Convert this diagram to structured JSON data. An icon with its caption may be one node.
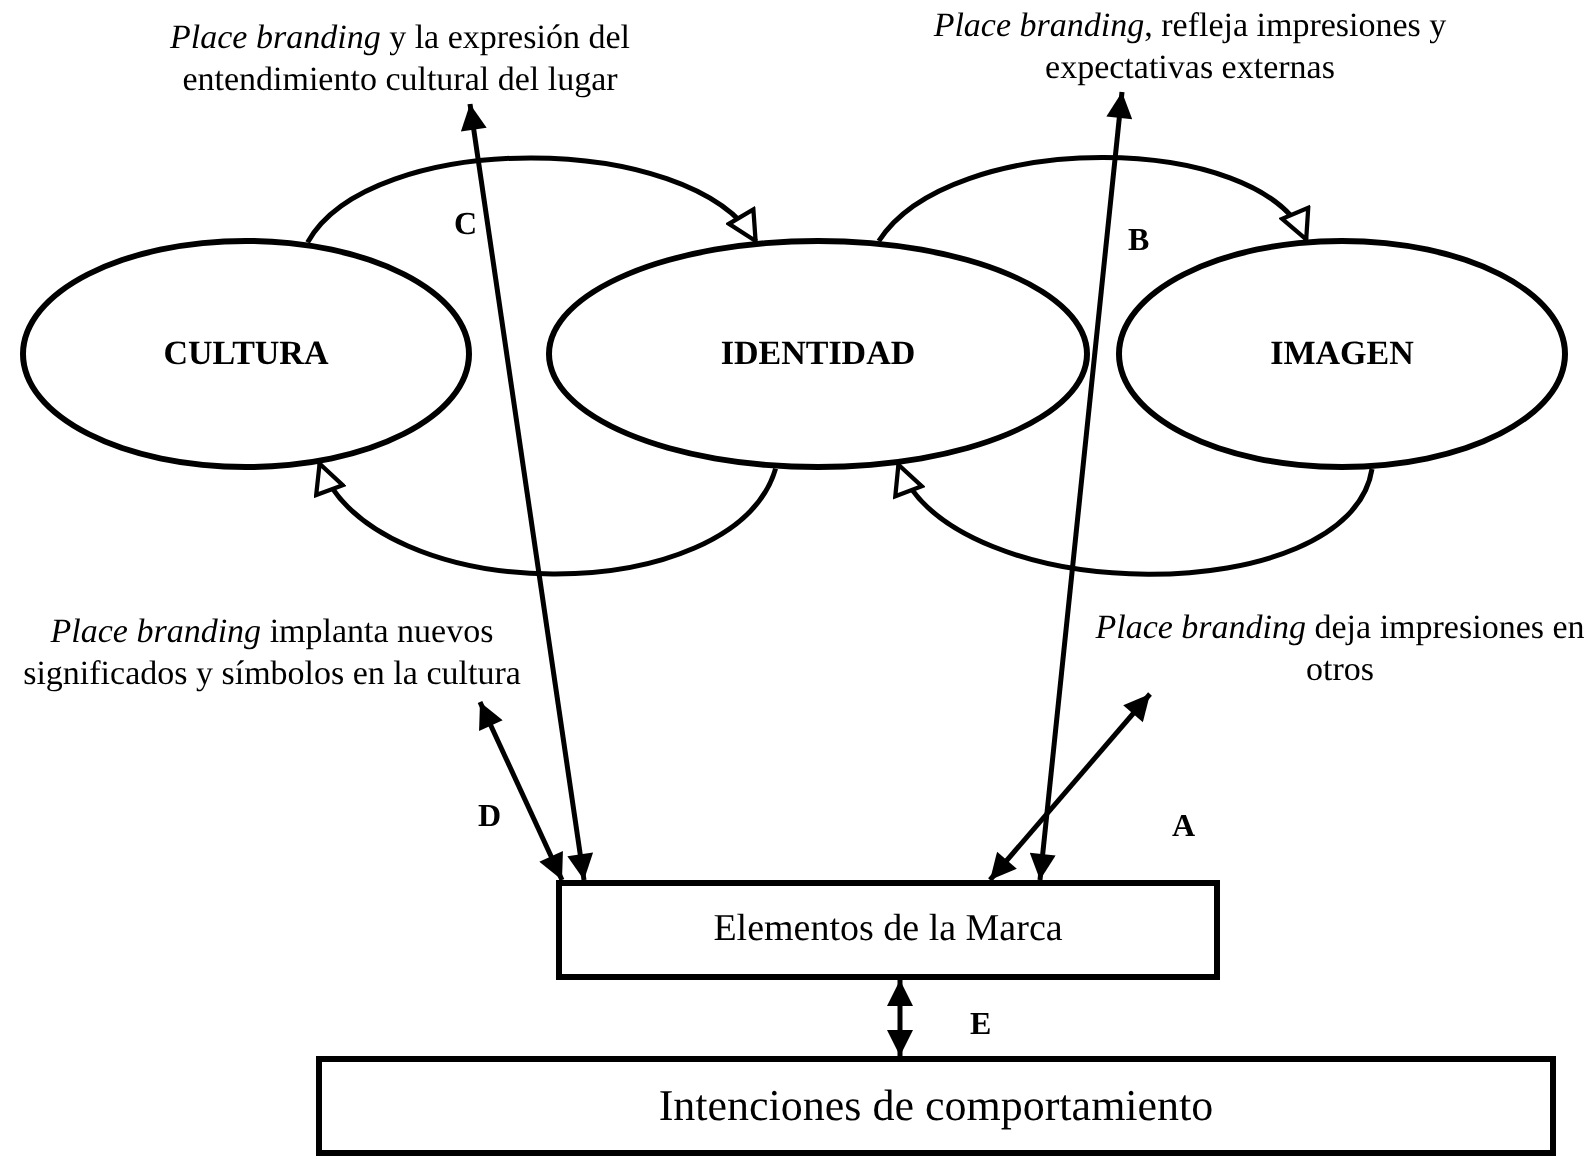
{
  "diagram": {
    "nodes": [
      {
        "text": [
          "*Place branding* y la expresión del entendimiento cultural del lugar"
        ]
      },
      {
        "text": [
          "*Place branding*, refleja impresiones y expectativas externas"
        ]
      },
      {
        "text": [
          "CULTURA"
        ]
      },
      {
        "text": [
          "IDENTIDAD"
        ]
      },
      {
        "text": [
          "IMAGEN"
        ]
      },
      {
        "text": [
          "*Place branding* implanta nuevos significados y símbolos en la cultura"
        ]
      },
      {
        "text": [
          "*Place branding* deja impresiones en otros"
        ]
      },
      {
        "text": [
          "Elementos de la Marca"
        ]
      },
      {
        "text": [
          "Intenciones de comportamiento"
        ]
      }
    ],
    "edges": [
      {
        "from": 2,
        "to": 3,
        "arrow": "to"
      },
      {
        "from": 3,
        "to": 4,
        "arrow": "to"
      },
      {
        "from": 4,
        "to": 3,
        "arrow": "to"
      },
      {
        "from": 3,
        "to": 2,
        "arrow": "to"
      },
      {
        "from": 7,
        "to": 0,
        "arrow": "both",
        "label": "C"
      },
      {
        "from": 7,
        "to": 1,
        "arrow": "both",
        "label": "B"
      },
      {
        "from": 5,
        "to": 7,
        "arrow": "both",
        "label": "D"
      },
      {
        "from": 6,
        "to": 7,
        "arrow": "both",
        "label": "A"
      },
      {
        "from": 7,
        "to": 8,
        "arrow": "both",
        "label": "E"
      }
    ]
  }
}
